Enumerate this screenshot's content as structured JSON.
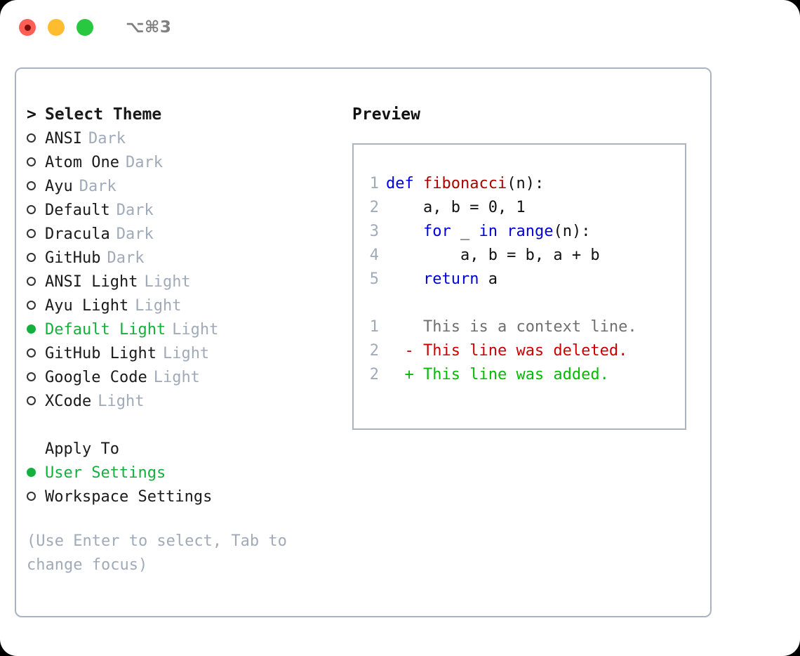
{
  "window": {
    "title": "⌥⌘3",
    "traffic_lights": [
      "close-red",
      "minimize-yellow",
      "maximize-green"
    ]
  },
  "theme_selector": {
    "header": {
      "caret": ">",
      "label": "Select Theme"
    },
    "items": [
      {
        "label": "ANSI",
        "tag": "Dark",
        "selected": false
      },
      {
        "label": "Atom One",
        "tag": "Dark",
        "selected": false
      },
      {
        "label": "Ayu",
        "tag": "Dark",
        "selected": false
      },
      {
        "label": "Default",
        "tag": "Dark",
        "selected": false
      },
      {
        "label": "Dracula",
        "tag": "Dark",
        "selected": false
      },
      {
        "label": "GitHub",
        "tag": "Dark",
        "selected": false
      },
      {
        "label": "ANSI Light",
        "tag": "Light",
        "selected": false
      },
      {
        "label": "Ayu Light",
        "tag": "Light",
        "selected": false
      },
      {
        "label": "Default Light",
        "tag": "Light",
        "selected": true
      },
      {
        "label": "GitHub Light",
        "tag": "Light",
        "selected": false
      },
      {
        "label": "Google Code",
        "tag": "Light",
        "selected": false
      },
      {
        "label": "XCode",
        "tag": "Light",
        "selected": false
      }
    ]
  },
  "apply_to": {
    "label": "Apply To",
    "options": [
      {
        "label": "User Settings",
        "selected": true
      },
      {
        "label": "Workspace Settings",
        "selected": false
      }
    ]
  },
  "hint": {
    "line1": "(Use Enter to select, Tab to",
    "line2": "change focus)"
  },
  "preview": {
    "title": "Preview",
    "code_lines": [
      {
        "number": "1",
        "tokens": [
          {
            "text": "def ",
            "style": "kw"
          },
          {
            "text": "fibonacci",
            "style": "fn"
          },
          {
            "text": "(n):",
            "style": "plain"
          }
        ]
      },
      {
        "number": "2",
        "tokens": [
          {
            "text": "    a, b = 0, 1",
            "style": "plain"
          }
        ]
      },
      {
        "number": "3",
        "tokens": [
          {
            "text": "    ",
            "style": "plain"
          },
          {
            "text": "for",
            "style": "kw"
          },
          {
            "text": " _ ",
            "style": "plain"
          },
          {
            "text": "in",
            "style": "kw"
          },
          {
            "text": " ",
            "style": "plain"
          },
          {
            "text": "range",
            "style": "kw"
          },
          {
            "text": "(n):",
            "style": "plain"
          }
        ]
      },
      {
        "number": "4",
        "tokens": [
          {
            "text": "        a, b = b, a + b",
            "style": "plain"
          }
        ]
      },
      {
        "number": "5",
        "tokens": [
          {
            "text": "    ",
            "style": "plain"
          },
          {
            "text": "return",
            "style": "kw"
          },
          {
            "text": " a",
            "style": "plain"
          }
        ]
      }
    ],
    "diff_lines": [
      {
        "number": "1",
        "marker": " ",
        "text": " This is a context line.",
        "kind": "context"
      },
      {
        "number": "2",
        "marker": "-",
        "text": " This line was deleted.",
        "kind": "deleted"
      },
      {
        "number": "2",
        "marker": "+",
        "text": " This line was added.",
        "kind": "added"
      }
    ]
  },
  "colors": {
    "selected_green": "#14b03c",
    "muted_tag": "#a0aab8",
    "border": "#aab3c0",
    "keyword_blue": "#0000dd",
    "function_red": "#aa0000",
    "diff_deleted": "#cc0000",
    "diff_added": "#00bb00",
    "diff_context": "#6f6f6f",
    "lineno": "#a0aab8"
  }
}
